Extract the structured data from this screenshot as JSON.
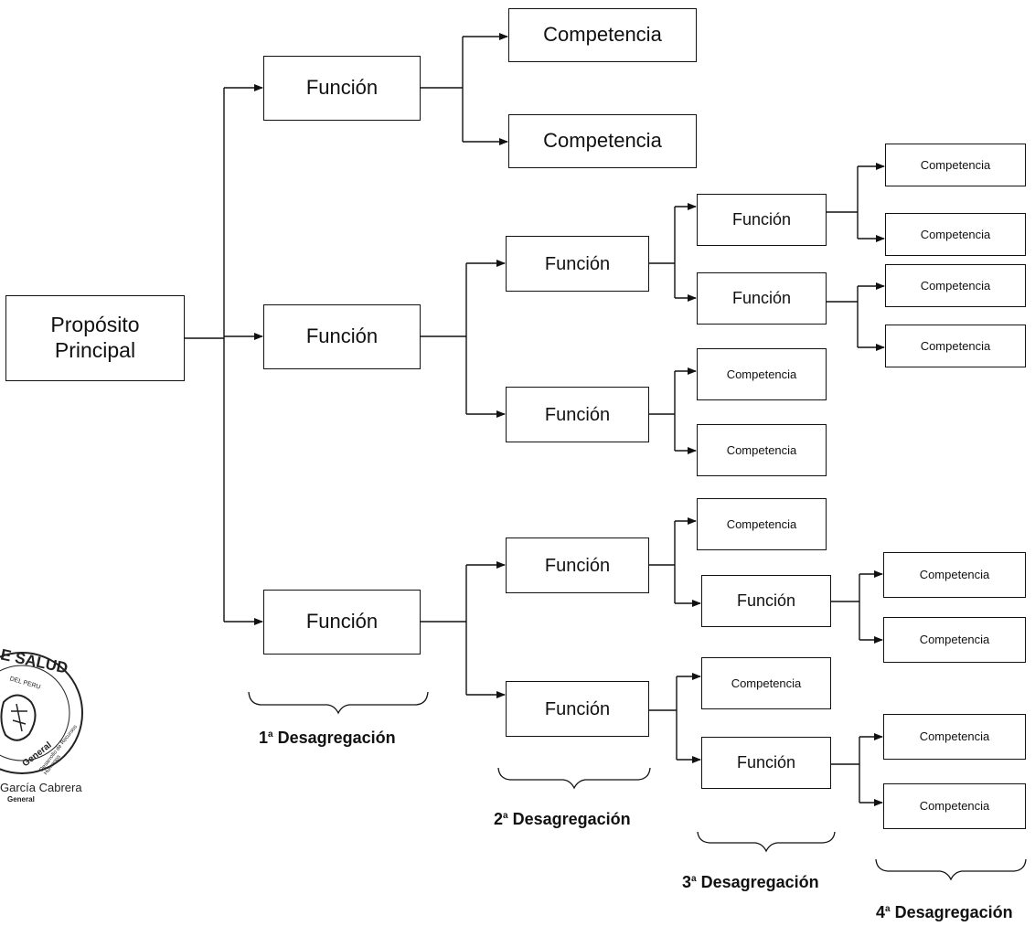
{
  "diagram": {
    "root": "Propósito\nPrincipal",
    "funcion_label": "Función",
    "competencia_label": "Competencia",
    "levels": [
      {
        "num": "1",
        "suffix": "a",
        "text": "Desagregación"
      },
      {
        "num": "2",
        "suffix": "a",
        "text": "Desagregación"
      },
      {
        "num": "3",
        "suffix": "a",
        "text": "Desagregación"
      },
      {
        "num": "4",
        "suffix": "a",
        "text": "Desagregación"
      }
    ]
  },
  "seal": {
    "ring_text": "E SALUD",
    "inner_text": "DEL PERU",
    "band_text": "General",
    "band_text_2": "Desarrollo de Recursos Humanos",
    "name": "García Cabrera",
    "title": "General"
  }
}
